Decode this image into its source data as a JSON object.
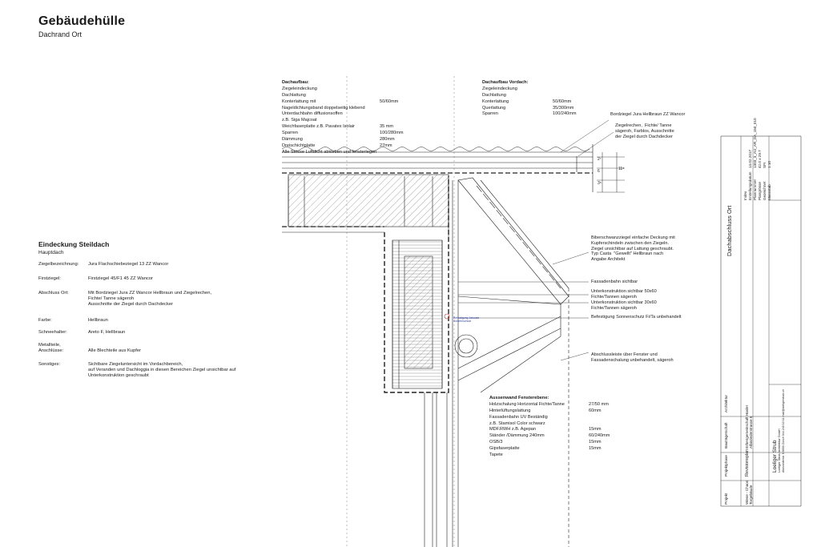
{
  "header": {
    "title": "Gebäudehülle",
    "subtitle": "Dachrand Ort"
  },
  "section": {
    "title": "Eindeckung Steildach",
    "subtitle": "Hauptdach"
  },
  "props": [
    {
      "label": "Ziegelbezeichnung:",
      "value": "Jura Flachschiebeziegel 13 ZZ Wancor"
    },
    {
      "label": "Firstziegel:",
      "value": "Firstziegel 45/F1 45 ZZ Wancor"
    },
    {
      "label": "Abschluss Ort:",
      "value": "Mit Bordziegel Jura ZZ Wancor Hellbraun und Ziegelrechen,\nFichte/ Tanne sägeroh\nAusschnitte der Ziegel durch Dachdecker"
    },
    {
      "label": "Farbe:",
      "value": "Hellbraun"
    },
    {
      "label": "Schneehalter:",
      "value": "Areto F, Hellbraun"
    },
    {
      "label": "Metallteile,\nAnschlüsse:",
      "value": "Alle Blechteile aus Kupfer"
    },
    {
      "label": "Sonstiges:",
      "value": "Sichtbare Ziegeluntersicht im Vordachbereich,\nauf Veranden und Dachloggia in diesen Bereichen Ziegel unsichtbar auf\nUnterkonstruktion geschraubt"
    }
  ],
  "dachaufbau": {
    "title": "Dachaufbau:",
    "rows": [
      {
        "k": "Ziegeleindeckung",
        "v": ""
      },
      {
        "k": "Dachlattung",
        "v": ""
      },
      {
        "k": "Konterlattung mit",
        "v": "50/60mm"
      },
      {
        "k": "Nageldichtungsband doppelseitig klebend",
        "v": ""
      },
      {
        "k": "Unterdachbahn diffusionsoffen",
        "v": ""
      },
      {
        "k": " z.B. Siga Majcoat",
        "v": ""
      },
      {
        "k": "Weichfaserplatte z.B. Pavatex Isolair",
        "v": "35 mm"
      },
      {
        "k": "Sparren",
        "v": "100/280mm"
      },
      {
        "k": "Dämmung",
        "v": "280mm"
      },
      {
        "k": "Dreischichtplatte",
        "v": "27mm"
      },
      {
        "k": "Alle Stösse Luftdicht abkleben und fensterlegen",
        "v": ""
      }
    ]
  },
  "vordach": {
    "title": "Dachaufbau Vordach:",
    "rows": [
      {
        "k": "Ziegeleindeckung",
        "v": ""
      },
      {
        "k": "Dachlattung",
        "v": ""
      },
      {
        "k": "Konterlattung",
        "v": "50/60mm"
      },
      {
        "k": "Querlattung",
        "v": "35/300mm"
      },
      {
        "k": "Sparren",
        "v": "100/240mm"
      }
    ]
  },
  "wall": {
    "title": "Aussenwand Fensterebene:",
    "rows": [
      {
        "k": "Holzschalung Horizontal Fichte/Tanne",
        "v": "27/50 mm"
      },
      {
        "k": "Hinterlüftungslattung",
        "v": "60mm"
      },
      {
        "k": "Fassadenbahn  UV Beständig",
        "v": ""
      },
      {
        "k": " z.B. Stamisol Color schwarz",
        "v": ""
      },
      {
        "k": "MDF.RWH z.B. Agepan",
        "v": "15mm"
      },
      {
        "k": "Ständer /Dämmung 240mm",
        "v": "60/240mm"
      },
      {
        "k": "OSB/3",
        "v": "15mm"
      },
      {
        "k": "Gipsfaserplatte",
        "v": "15mm"
      },
      {
        "k": "Tapete",
        "v": ""
      }
    ]
  },
  "notes": [
    {
      "id": "bordziegel",
      "text": "Bordziegel Jura Hellbraun ZZ Wancor"
    },
    {
      "id": "ziegelrechen",
      "text": "Ziegelrechen,  Fichte/ Tanne\nsägeroh, Farblos, Ausschnitte\nder Ziegel durch Dachdecker"
    },
    {
      "id": "biber",
      "text": "Biberschwanzziegel einfache Deckung mit\nKupferschindeln zwischen den Ziegeln.\nZiegel unsichtbar auf Lattung geschraubt.\nTyp Casta  \"Gewellt\" Hellbraun nach\nAngabe Architekt"
    },
    {
      "id": "fassadenbahn",
      "text": "Fassadenbahn sichtbar"
    },
    {
      "id": "uk50",
      "text": "Unterkonstruktion sichtbar 50x60\nFichte/Tannen sägeroh"
    },
    {
      "id": "uk30",
      "text": "Unterkonstruktion sichtbar 30x60\nFichte/Tannen sägeroh"
    },
    {
      "id": "befestigung",
      "text": "Befestigung Sonnenschutz Fi/Ta unbehandelt"
    },
    {
      "id": "abschluss",
      "text": "Abschlussleiste über Fenster und\nFassadenschalung unbehandelt, sägeroh"
    }
  ],
  "dims": {
    "d1": "2⁷",
    "d2": "6",
    "d3": "3⁵",
    "d4": "11⁵"
  },
  "tiny_label": "Befestigung Jalousie\nSonnenschutz",
  "titleblock": {
    "sheet_title": "Dachabschluss Ort",
    "meta": [
      {
        "k": "Index",
        "v": ""
      },
      {
        "k": "Erstellungsdatum",
        "v": "14.02.2017"
      },
      {
        "k": "Plannummer",
        "v": "1303_3_AU_AR_DA_150_010"
      },
      {
        "k": "Plangrösse",
        "v": "42.0 x 29.7"
      },
      {
        "k": "Gezeichnet",
        "v": "SFI"
      },
      {
        "k": "Massstab",
        "v": "1:10"
      }
    ],
    "architekt_label": "Architektur",
    "architekt_name": "Loeliger Strub",
    "architekt_sub": "Loeliger Strub Architektur GmbH",
    "architekt_addr": "Albisriederstr. 5  8003 Zürich  044 240 10 11  mail@loeligerstrub.ch",
    "bauherr_label": "Bauträgerschaft",
    "bauherr_text": "Erbengemeinschaft Hasler\nAlbisriederstrasse 5",
    "phase_label": "Projektphase",
    "phase": "Revisionsplan",
    "projekt_label": "Projekt",
    "projekt": "Wiese - Chaos\nTorgebäude"
  }
}
